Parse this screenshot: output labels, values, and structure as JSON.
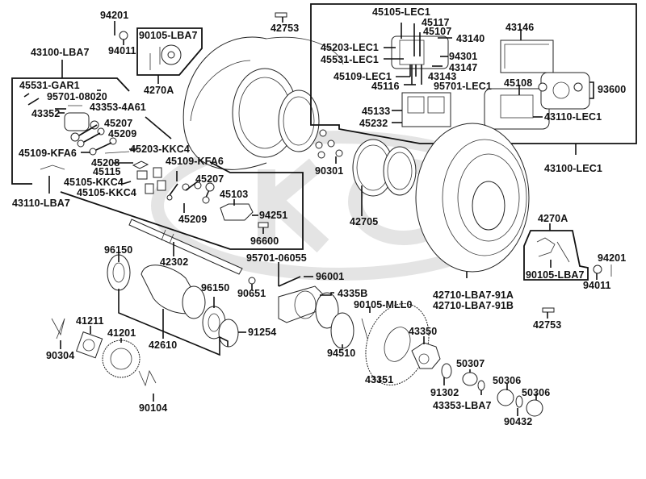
{
  "diagram": {
    "title": "Rear Wheel / Axle / Brake Caliper Exploded Parts Diagram",
    "watermark": "KYMCO",
    "colors": {
      "line": "#111111",
      "watermark": "#e4e4e4",
      "background": "#ffffff"
    },
    "groups": {
      "left_caliper_group": "43100-LBA7",
      "right_caliper_group": "43100-LEC1",
      "hub_box_top": "90105-LBA7",
      "hub_box_right": "90105-LBA7"
    },
    "labels": {
      "p94201_top": "94201",
      "p94011_top": "94011",
      "p43100_lba7": "43100-LBA7",
      "p90105_lba7_top": "90105-LBA7",
      "p4270a_top": "4270A",
      "p42753_top": "42753",
      "p45531_gar1": "45531-GAR1",
      "p95701_08020": "95701-08020",
      "p43353_4a61": "43353-4A61",
      "p43352": "43352",
      "p45207_left": "45207",
      "p45209_left": "45209",
      "p45109_kfa6_left": "45109-KFA6",
      "p45203_kkc4": "45203-KKC4",
      "p45208": "45208",
      "p45115": "45115",
      "p45105_kkc4_a": "45105-KKC4",
      "p45105_kkc4_b": "45105-KKC4",
      "p43110_lba7": "43110-LBA7",
      "p45109_kfa6_right": "45109-KFA6",
      "p45207_right": "45207",
      "p45103": "45103",
      "p45209_right": "45209",
      "p94251": "94251",
      "p96600": "96600",
      "p45105_lec1": "45105-LEC1",
      "p45117": "45117",
      "p45107": "45107",
      "p43140": "43140",
      "p45203_lec1": "45203-LEC1",
      "p45531_lec1": "45531-LEC1",
      "p94301": "94301",
      "p43147": "43147",
      "p45109_lec1": "45109-LEC1",
      "p43143": "43143",
      "p45116": "45116",
      "p95701_lec1": "95701-LEC1",
      "p45133": "45133",
      "p45232": "45232",
      "p43146": "43146",
      "p45108": "45108",
      "p93600": "93600",
      "p43110_lec1": "43110-LEC1",
      "p43100_lec1": "43100-LEC1",
      "p90301": "90301",
      "p42705": "42705",
      "p4270a_right": "4270A",
      "p90105_lba7_right": "90105-LBA7",
      "p94201_right": "94201",
      "p94011_right": "94011",
      "p42710_91a": "42710-LBA7-91A",
      "p42710_91b": "42710-LBA7-91B",
      "p42753_right": "42753",
      "p42302": "42302",
      "p96150_left": "96150",
      "p96150_right": "96150",
      "p95701_06055": "95701-06055",
      "p90651": "90651",
      "p96001": "96001",
      "p4335b": "4335B",
      "p90105_mll0": "90105-MLL0",
      "p91254": "91254",
      "p42610": "42610",
      "p41211": "41211",
      "p41201": "41201",
      "p90304": "90304",
      "p90104": "90104",
      "p94510": "94510",
      "p43350": "43350",
      "p43351": "43351",
      "p50307": "50307",
      "p91302": "91302",
      "p43353_lba7": "43353-LBA7",
      "p50306_a": "50306",
      "p50306_b": "50306",
      "p90432": "90432"
    }
  }
}
